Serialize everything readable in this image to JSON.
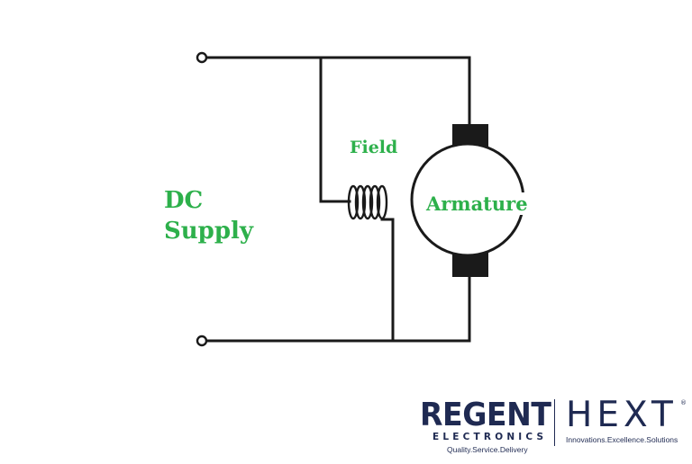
{
  "diagram": {
    "labels": {
      "field": "Field",
      "dc_line1": "DC",
      "dc_line2": "Supply",
      "armature": "Armature"
    },
    "colors": {
      "label_green": "#2db04b",
      "wire": "#1a1a1a",
      "brush": "#1a1a1a"
    }
  },
  "logo": {
    "brand": "REGENT",
    "sub": "ELECTRONICS",
    "tagline_left": "Quality.Service.Delivery",
    "brand2": "HEXT",
    "registered": "®",
    "tagline_right": "Innovations.Excellence.Solutions",
    "colors": {
      "navy": "#1f2a52"
    }
  }
}
